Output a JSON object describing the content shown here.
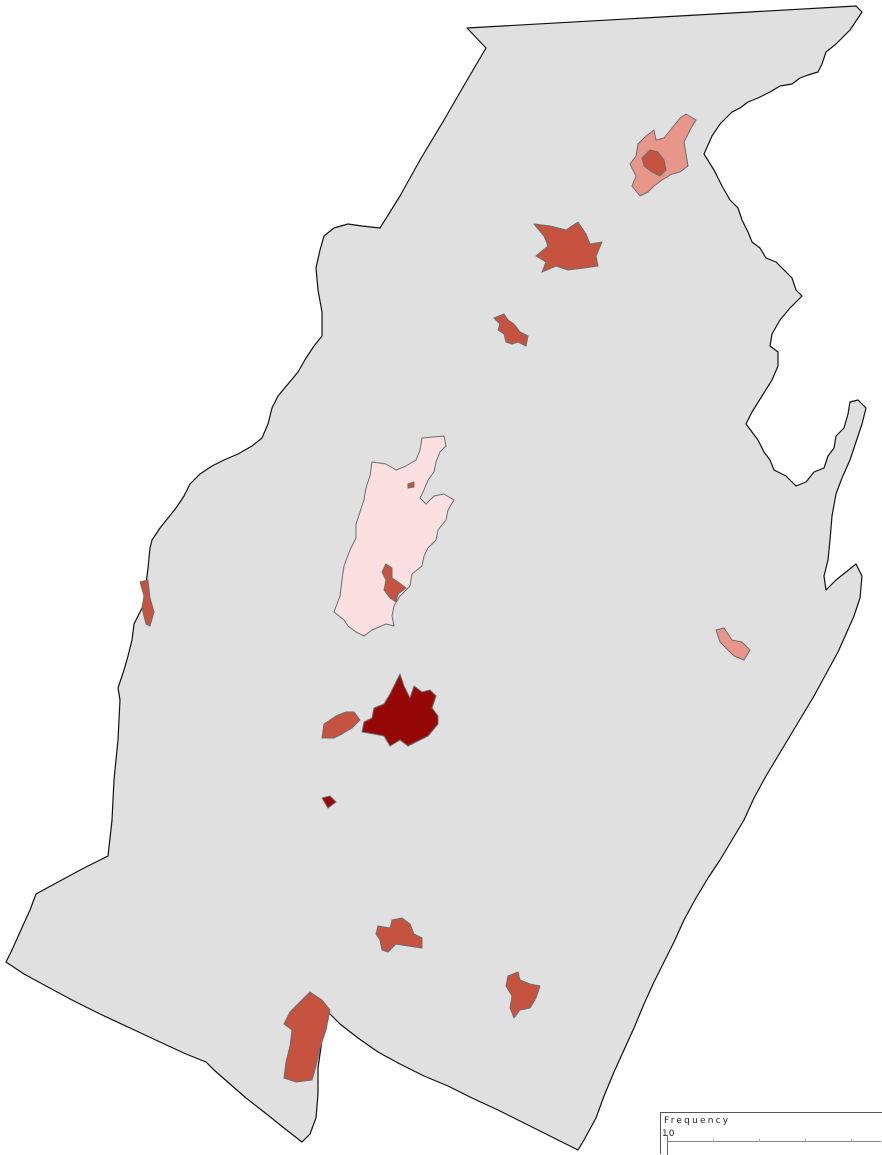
{
  "map": {
    "colors": {
      "county": "#e0e0e0",
      "county_outline": "#111111",
      "place_outline": "#6e6e6e",
      "class_lightest": "#fcdfe0",
      "class_light": "#e8968a",
      "class_medium": "#c65240",
      "class_dark": "#960707"
    },
    "places": [
      {
        "id": "place-north-light",
        "class": "class_light"
      },
      {
        "id": "place-north-inner",
        "class": "class_medium"
      },
      {
        "id": "place-northeast-star",
        "class": "class_medium"
      },
      {
        "id": "place-central-north-small",
        "class": "class_medium"
      },
      {
        "id": "place-central-large",
        "class": "class_lightest"
      },
      {
        "id": "place-central-large-inner",
        "class": "class_medium"
      },
      {
        "id": "place-central-large-dot",
        "class": "class_medium"
      },
      {
        "id": "place-west-edge",
        "class": "class_medium"
      },
      {
        "id": "place-east-small",
        "class": "class_light"
      },
      {
        "id": "place-central-dark",
        "class": "class_dark"
      },
      {
        "id": "place-central-west",
        "class": "class_medium"
      },
      {
        "id": "place-central-tiny",
        "class": "class_dark"
      },
      {
        "id": "place-south-center",
        "class": "class_medium"
      },
      {
        "id": "place-south-east",
        "class": "class_medium"
      },
      {
        "id": "place-south-west",
        "class": "class_medium"
      }
    ]
  },
  "legend": {
    "title": "Frequency",
    "tick_label": "10"
  }
}
